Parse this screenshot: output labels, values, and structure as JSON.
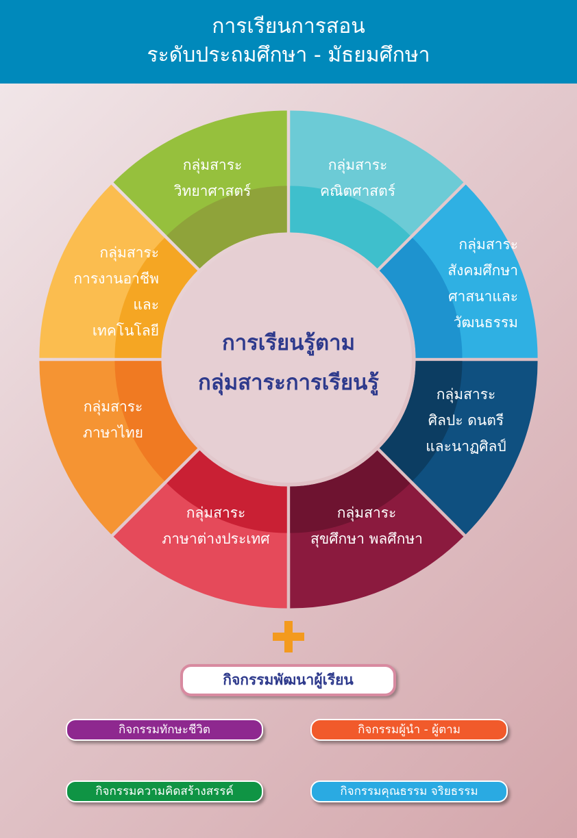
{
  "header": {
    "line1": "การเรียนการสอน",
    "line2": "ระดับประถมศึกษา - มัธยมศึกษา"
  },
  "center": {
    "line1": "การเรียนรู้ตาม",
    "line2": "กลุ่มสาระการเรียนรู้"
  },
  "segments": [
    {
      "name": "math",
      "lines": [
        "กลุ่มสาระ",
        "คณิตศาสตร์"
      ],
      "color": "#6ccbd6",
      "inner": "#3fbfcc"
    },
    {
      "name": "social",
      "lines": [
        "กลุ่มสาระ",
        "สังคมศึกษา",
        "ศาสนาและ",
        "วัฒนธรรม"
      ],
      "color": "#2fb0e3",
      "inner": "#1e93cf"
    },
    {
      "name": "arts",
      "lines": [
        "กลุ่มสาระ",
        "ศิลปะ ดนตรี",
        "และนาฏศิลป์"
      ],
      "color": "#0f5080",
      "inner": "#0c3d62"
    },
    {
      "name": "health",
      "lines": [
        "กลุ่มสาระ",
        "สุขศึกษา พลศึกษา"
      ],
      "color": "#8b1a3e",
      "inner": "#6e1330"
    },
    {
      "name": "foreign-language",
      "lines": [
        "กลุ่มสาระ",
        "ภาษาต่างประเทศ"
      ],
      "color": "#e54a5a",
      "inner": "#c92034"
    },
    {
      "name": "thai",
      "lines": [
        "กลุ่มสาระ",
        "ภาษาไทย"
      ],
      "color": "#f59433",
      "inner": "#f07a22"
    },
    {
      "name": "career-tech",
      "lines": [
        "กลุ่มสาระ",
        "การงานอาชีพ",
        "และ",
        "เทคโนโลยี"
      ],
      "color": "#fbbd4f",
      "inner": "#f5a623"
    },
    {
      "name": "science",
      "lines": [
        "กลุ่มสาระ",
        "วิทยาศาสตร์"
      ],
      "color": "#96c03d",
      "inner": "#8fa33a"
    }
  ],
  "plus_color": "#f39a1e",
  "development": {
    "title": "กิจกรรมพัฒนาผู้เรียน"
  },
  "activities": [
    {
      "label": "กิจกรรมทักษะชีวิต",
      "color": "#8e288f"
    },
    {
      "label": "กิจกรรมผู้นำ - ผู้ตาม",
      "color": "#f15a2b"
    },
    {
      "label": "กิจกรรมความคิดสร้างสรรค์",
      "color": "#0f9444"
    },
    {
      "label": "กิจกรรมคุณธรรม จริยธรรม",
      "color": "#2aaae2"
    }
  ]
}
